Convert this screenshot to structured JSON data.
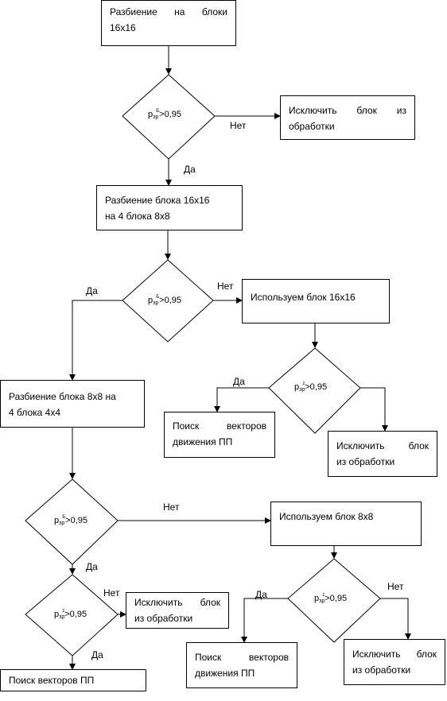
{
  "boxes": {
    "b1": [
      "Разбиение на блоки",
      "16x16"
    ],
    "b_excl1": [
      "Исключить блок из",
      "обработки"
    ],
    "b2": [
      "Разбиение блока 16x16",
      "на 4 блока 8x8"
    ],
    "b_use16": [
      "Используем блок 16x16"
    ],
    "b3": [
      "Разбиение блока 8x8 на",
      "4 блока 4x4"
    ],
    "b_search1": [
      "Поиск векторов",
      "движения ПП"
    ],
    "b_excl2": [
      "Исключить блок",
      "из обработки"
    ],
    "b_use8": [
      "Используем блок 8x8"
    ],
    "b_excl3": [
      "Исключить блок",
      "из обработки"
    ],
    "b_search2": [
      "Поиск векторов",
      "движения ПП"
    ],
    "b_excl4": [
      "Исключить блок",
      "из обработки"
    ],
    "b_search_final": [
      "Поиск векторов ПП"
    ]
  },
  "conditions": {
    "c1": {
      "p": "p",
      "sub": "зр",
      "sup": "Б",
      "rest": ">0,95"
    },
    "c2": {
      "p": "p",
      "sub": "зр",
      "sup": "Б",
      "rest": ">0,95"
    },
    "c3": {
      "p": "p",
      "sub": "зр",
      "sup": "z",
      "rest": ">0,95"
    },
    "c4": {
      "p": "p",
      "sub": "зр",
      "sup": "Б",
      "rest": ">0,95"
    },
    "c5": {
      "p": "p",
      "sub": "зр",
      "sup": "z",
      "rest": ">0,95"
    },
    "c6": {
      "p": "p",
      "sub": "зр",
      "sup": "z",
      "rest": ">0,95"
    }
  },
  "labels": {
    "yes": "Да",
    "no": "Нет"
  }
}
